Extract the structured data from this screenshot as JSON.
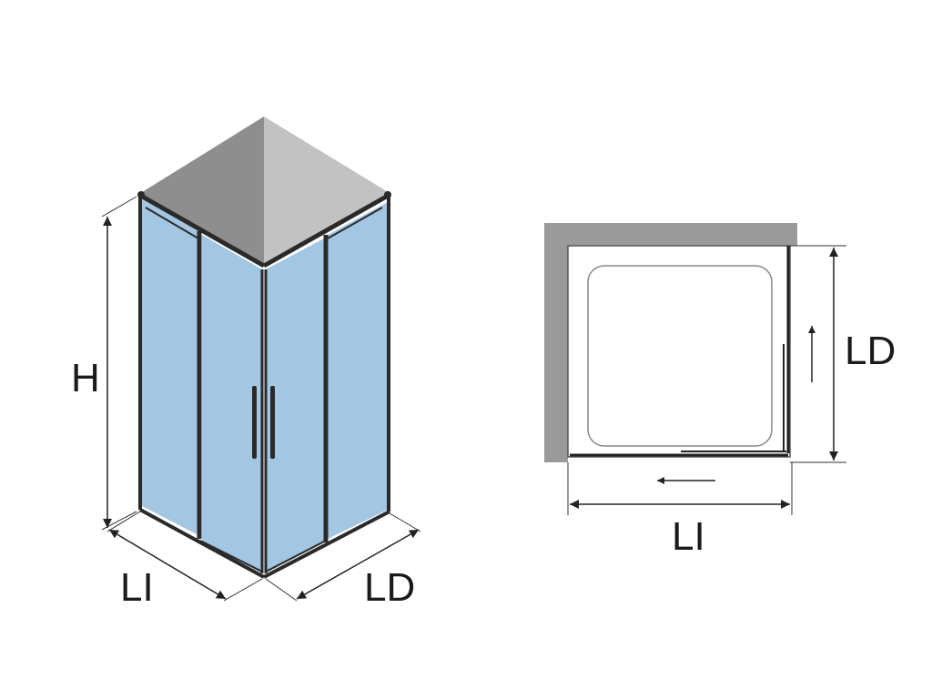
{
  "labels": {
    "iso_height": "H",
    "iso_width": "LI",
    "iso_depth": "LD",
    "plan_depth": "LD",
    "plan_width": "LI"
  },
  "colors": {
    "glass": "#a3c6e2",
    "frame": "#2a2a2a",
    "wall": "#9a9a9a",
    "roof_left": "#8e8e8e",
    "roof_right": "#c2c2c2",
    "line": "#333333"
  }
}
